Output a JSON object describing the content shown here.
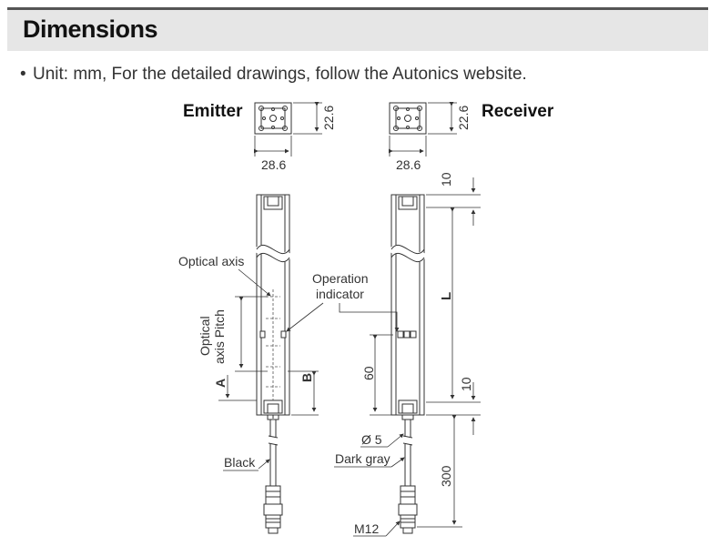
{
  "header": {
    "title": "Dimensions"
  },
  "note": {
    "bullet": "•",
    "text": "Unit: mm, For the detailed drawings, follow the Autonics website."
  },
  "labels": {
    "emitter": "Emitter",
    "receiver": "Receiver",
    "emitter_width": "28.6",
    "emitter_height": "22.6",
    "receiver_width": "28.6",
    "receiver_height": "22.6",
    "optical_axis": "Optical axis",
    "operation_indicator_1": "Operation",
    "operation_indicator_2": "indicator",
    "pitch_1": "Optical",
    "pitch_2": "axis Pitch",
    "dim_a": "A",
    "dim_b": "B",
    "dim_60": "60",
    "dim_top_10": "10",
    "dim_l": "L",
    "dim_bottom_10": "10",
    "dim_300": "300",
    "cable_dia": "Ø 5",
    "black": "Black",
    "dark_gray": "Dark gray",
    "m12": "M12"
  }
}
